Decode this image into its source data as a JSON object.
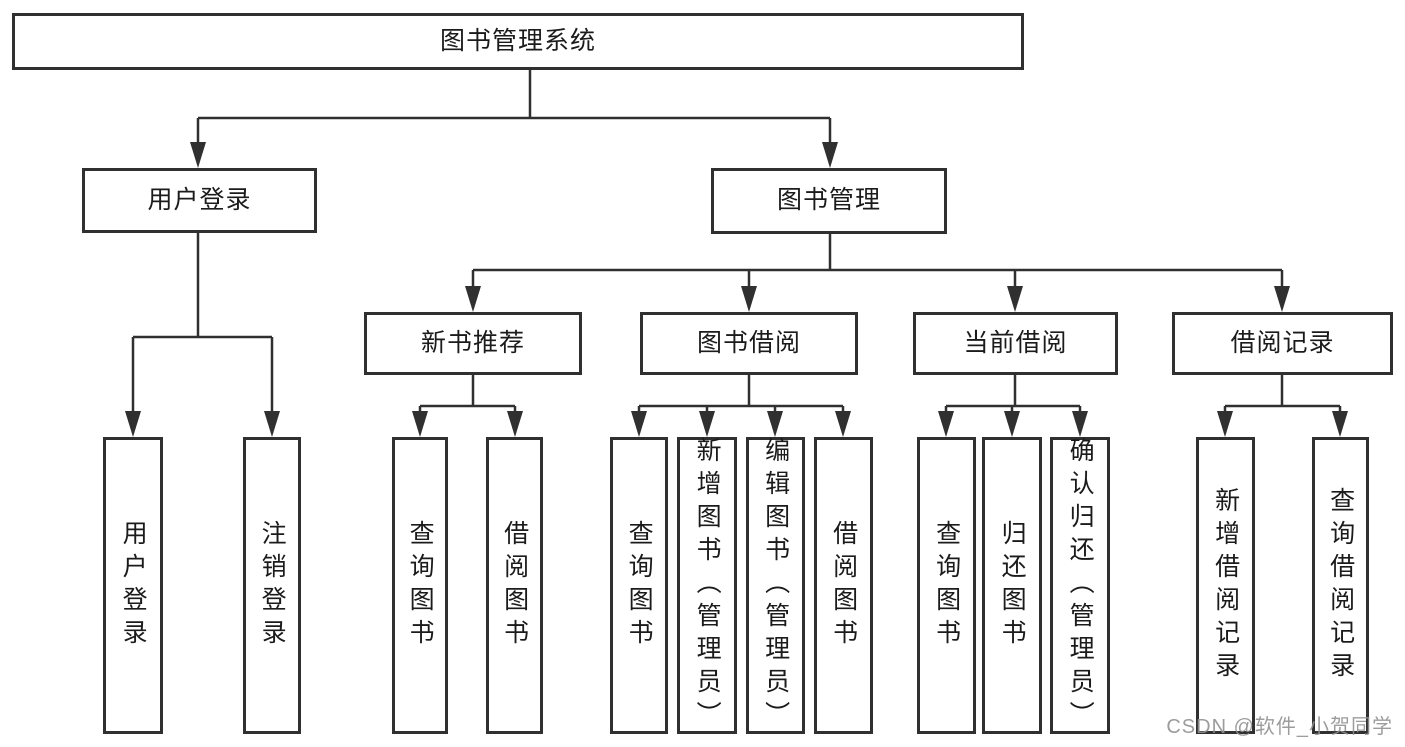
{
  "tree": {
    "root": {
      "label": "图书管理系统",
      "children": [
        {
          "label": "用户登录",
          "children": [
            {
              "label": "用户登录"
            },
            {
              "label": "注销登录"
            }
          ]
        },
        {
          "label": "图书管理",
          "children": [
            {
              "label": "新书推荐",
              "children": [
                {
                  "label": "查询图书"
                },
                {
                  "label": "借阅图书"
                }
              ]
            },
            {
              "label": "图书借阅",
              "children": [
                {
                  "label": "查询图书"
                },
                {
                  "label": "新增图书（管理员）"
                },
                {
                  "label": "编辑图书（管理员）"
                },
                {
                  "label": "借阅图书"
                }
              ]
            },
            {
              "label": "当前借阅",
              "children": [
                {
                  "label": "查询图书"
                },
                {
                  "label": "归还图书"
                },
                {
                  "label": "确认归还（管理员）"
                }
              ]
            },
            {
              "label": "借阅记录",
              "children": [
                {
                  "label": "新增借阅记录"
                },
                {
                  "label": "查询借阅记录"
                }
              ]
            }
          ]
        }
      ]
    }
  },
  "watermark": "CSDN @软件_小贺同学",
  "colors": {
    "line": "#303030",
    "box_border": "#303030",
    "box_fill": "#ffffff",
    "text": "#1b1b1b",
    "watermark": "#919191",
    "background": "#ffffff"
  }
}
